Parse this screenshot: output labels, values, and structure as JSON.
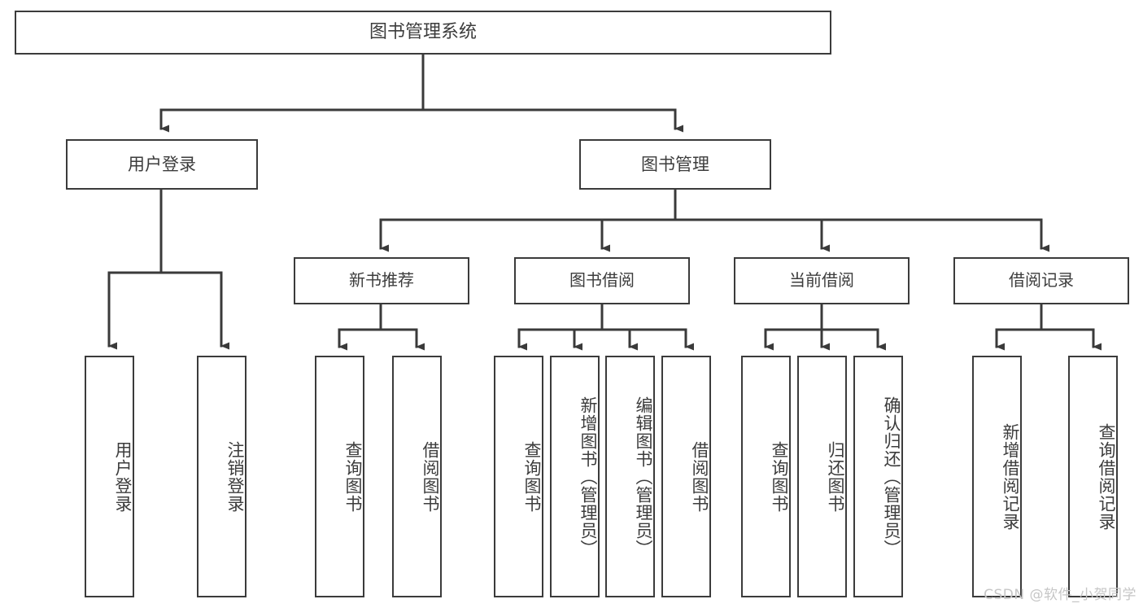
{
  "diagram": {
    "title": "图书管理系统",
    "type": "tree-hierarchy-diagram",
    "colors": {
      "box_border": "#3b3b3b",
      "box_fill": "#ffffff",
      "edge": "#3a3a3a",
      "text": "#3c3c3c",
      "background": "#ffffff",
      "watermark": "#c6c6c6"
    },
    "watermark": "CSDN @软件_小贺同学",
    "nodes": {
      "root": {
        "label": "图书管理系统"
      },
      "level2": [
        {
          "label": "用户登录"
        },
        {
          "label": "图书管理"
        }
      ],
      "level3": [
        {
          "label": "新书推荐"
        },
        {
          "label": "图书借阅"
        },
        {
          "label": "当前借阅"
        },
        {
          "label": "借阅记录"
        }
      ],
      "leaves": [
        {
          "label": "用户登录",
          "parent": "用户登录"
        },
        {
          "label": "注销登录",
          "parent": "用户登录"
        },
        {
          "label": "查询图书",
          "parent": "新书推荐"
        },
        {
          "label": "借阅图书",
          "parent": "新书推荐"
        },
        {
          "label": "查询图书",
          "parent": "图书借阅"
        },
        {
          "label": "新增图书（管理员）",
          "parent": "图书借阅"
        },
        {
          "label": "编辑图书（管理员）",
          "parent": "图书借阅"
        },
        {
          "label": "借阅图书",
          "parent": "图书借阅"
        },
        {
          "label": "查询图书",
          "parent": "当前借阅"
        },
        {
          "label": "归还图书",
          "parent": "当前借阅"
        },
        {
          "label": "确认归还（管理员）",
          "parent": "当前借阅"
        },
        {
          "label": "新增借阅记录",
          "parent": "借阅记录"
        },
        {
          "label": "查询借阅记录",
          "parent": "借阅记录"
        }
      ]
    }
  }
}
